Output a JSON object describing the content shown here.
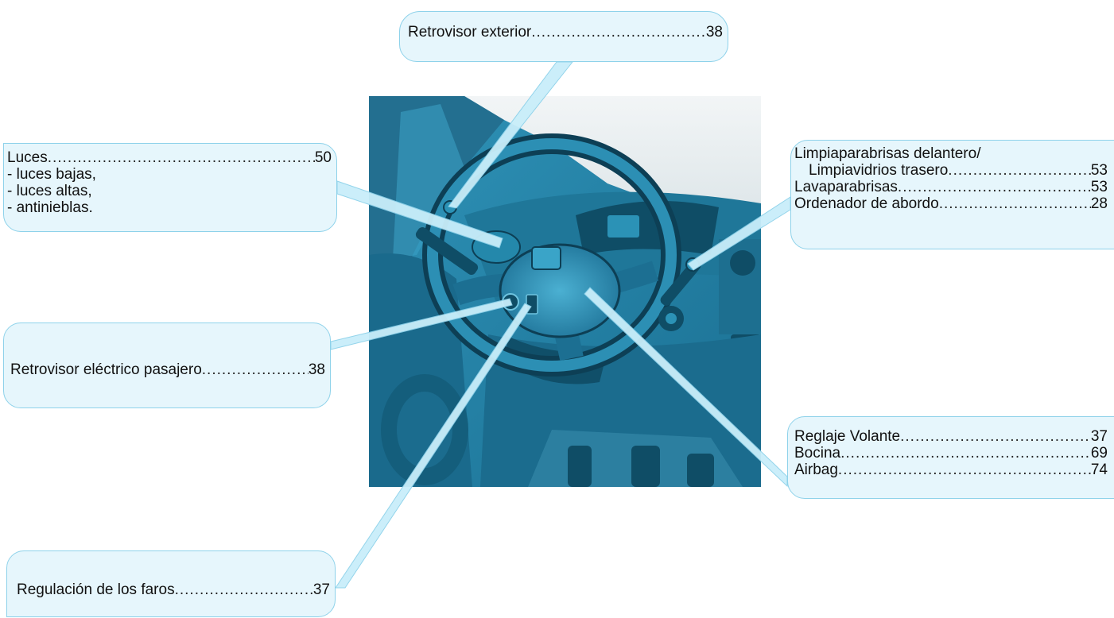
{
  "callouts": {
    "retrovisor_exterior": {
      "label": "Retrovisor exterior",
      "page": "38"
    },
    "luces": {
      "label": "Luces",
      "page": "50",
      "items": [
        "- luces bajas,",
        "- luces altas,",
        "- antinieblas."
      ]
    },
    "retrovisor_pasajero": {
      "label": "Retrovisor eléctrico pasajero",
      "page": "38"
    },
    "regulacion_faros": {
      "label": "Regulación de los faros",
      "page": "37"
    },
    "limpia": {
      "line1": "Limpiaparabrisas delantero/",
      "line2": {
        "label": "Limpiavidrios trasero",
        "page": "53"
      },
      "lavaparabrisas": {
        "label": "Lavaparabrisas",
        "page": "53"
      },
      "ordenador": {
        "label": "Ordenador de abordo",
        "page": "28"
      }
    },
    "volante": {
      "reglaje": {
        "label": "Reglaje Volante",
        "page": "37"
      },
      "bocina": {
        "label": "Bocina",
        "page": "69"
      },
      "airbag": {
        "label": "Airbag",
        "page": "74"
      }
    }
  },
  "colors": {
    "callout_fill": "#e6f6fc",
    "callout_border": "#8ed2ea",
    "illustration_base": "#2a88aa",
    "illustration_dark": "#0f4d66"
  }
}
